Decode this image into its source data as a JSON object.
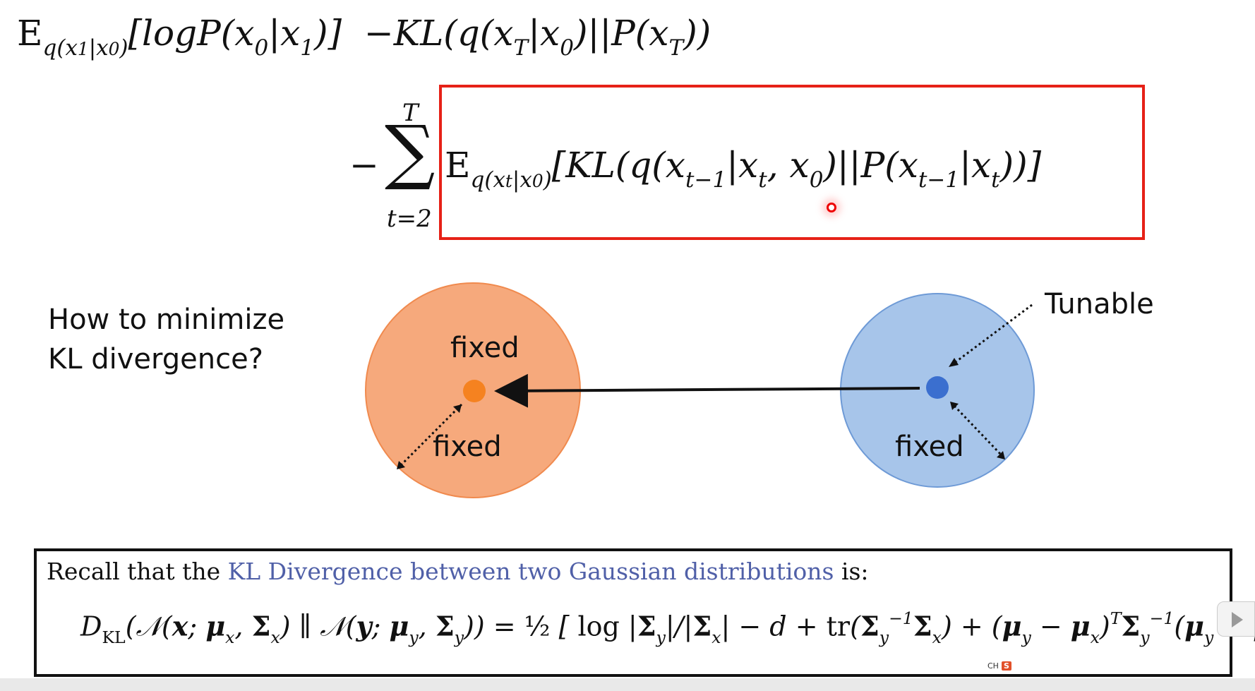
{
  "slide": {
    "question": [
      "How to minimize",
      "KL divergence?"
    ],
    "labels": {
      "fixed_mean_left": "fixed",
      "fixed_var_left": "fixed",
      "fixed_var_right": "fixed",
      "tunable": "Tunable"
    },
    "colors": {
      "highlight_box": "#e62117",
      "orange_circle": "#f6a97c",
      "orange_dot": "#f58220",
      "blue_circle": "#a7c5ea",
      "blue_dot": "#3b6fcf",
      "recall_highlight": "#5060a8"
    }
  },
  "recall": {
    "prefix": "Recall that the ",
    "highlight": "KL Divergence between two Gaussian distributions",
    "suffix": " is:"
  },
  "overlay": {
    "ime_label": "CH",
    "ime_badge": "S",
    "side_button_icon": "play-icon"
  }
}
